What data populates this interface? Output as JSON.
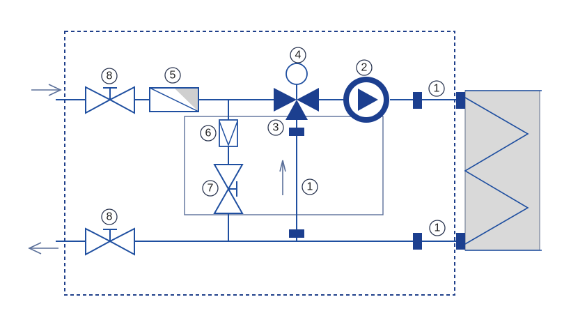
{
  "labels": {
    "sensor_supply_top": "1",
    "sensor_return_bottom": "1",
    "sensor_bypass": "1",
    "pump": "2",
    "three_way_valve": "3",
    "actuator": "4",
    "strainer": "5",
    "check_valve": "6",
    "balancing_valve": "7",
    "shutoff_valve_supply": "8",
    "shutoff_valve_return": "8"
  },
  "colors": {
    "accent": "#1c3f8f",
    "pipe": "#1f4fa0",
    "heater_fill": "#d9d9d9"
  },
  "icons": {
    "inlet": "arrow-right-icon",
    "outlet": "arrow-left-icon",
    "flow": "arrow-up-icon",
    "pump": "circulation-pump-icon",
    "heater": "zigzag-coil-icon"
  }
}
